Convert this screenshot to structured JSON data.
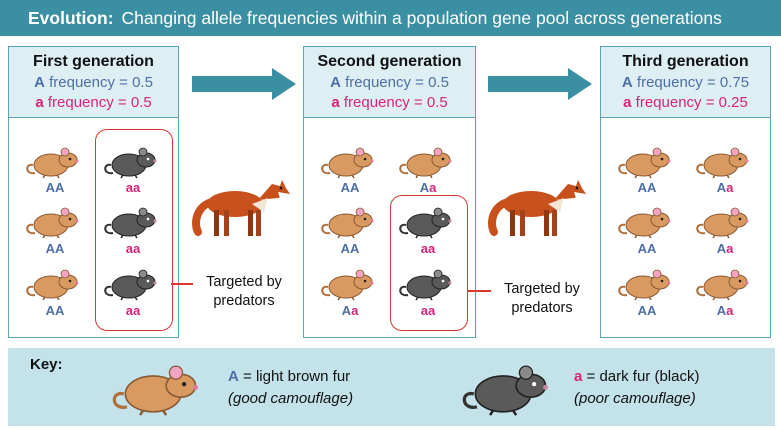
{
  "title": {
    "lead": "Evolution:",
    "text": "Changing allele frequencies within a population gene pool across generations"
  },
  "generations": [
    {
      "title": "First generation",
      "freqA_label": "A",
      "freqA_text": "frequency = 0.5",
      "freqa_label": "a",
      "freqa_text": "frequency = 0.5",
      "genotypes": [
        "AA",
        "aa",
        "AA",
        "aa",
        "AA",
        "aa"
      ]
    },
    {
      "title": "Second generation",
      "freqA_label": "A",
      "freqA_text": "frequency = 0.5",
      "freqa_label": "a",
      "freqa_text": "frequency = 0.5",
      "genotypes": [
        "AA",
        "Aa",
        "AA",
        "aa",
        "Aa",
        "aa"
      ]
    },
    {
      "title": "Third generation",
      "freqA_label": "A",
      "freqA_text": "frequency = 0.75",
      "freqa_label": "a",
      "freqa_text": "frequency = 0.25",
      "genotypes": [
        "AA",
        "Aa",
        "AA",
        "Aa",
        "AA",
        "Aa"
      ]
    }
  ],
  "predator_label": [
    "Targeted by",
    "predators"
  ],
  "key": {
    "label": "Key:",
    "A_allele": "A",
    "A_desc": "= light brown fur",
    "A_note": "(good camouflage)",
    "a_allele": "a",
    "a_desc": "= dark fur (black)",
    "a_note": "(poor camouflage)"
  },
  "colors": {
    "teal": "#3b8fa3",
    "allele_A": "#4e6fa6",
    "allele_a": "#d6247a",
    "highlight": "#d9362f",
    "light_mouse": "#d99a62",
    "dark_mouse": "#555555",
    "fox": "#c8501c"
  }
}
